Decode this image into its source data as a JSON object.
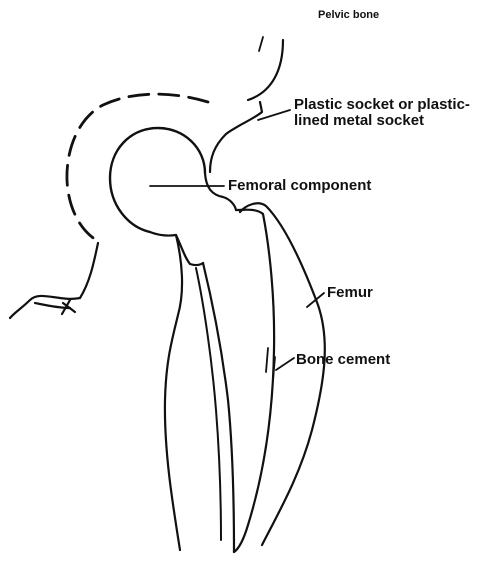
{
  "labels": {
    "pelvic_bone": "Pelvic   bone",
    "socket_line1": "Plastic socket or plastic-",
    "socket_line2": "lined metal socket",
    "femoral_component": "Femoral component",
    "femur": "Femur",
    "bone_cement": "Bone cement"
  }
}
